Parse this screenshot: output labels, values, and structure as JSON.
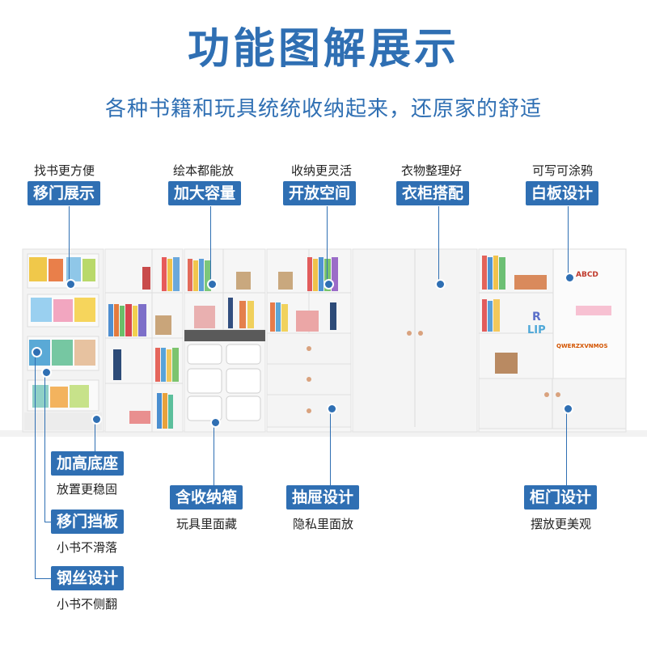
{
  "header": {
    "title": "功能图解展示",
    "subtitle": "各种书籍和玩具统统收纳起来，还原家的舒适"
  },
  "colors": {
    "accent": "#2f6fb3",
    "cabinet": "#f4f4f4",
    "knob": "#d9a27e"
  },
  "top_features": [
    {
      "caption": "找书更方便",
      "tag": "移门展示"
    },
    {
      "caption": "绘本都能放",
      "tag": "加大容量"
    },
    {
      "caption": "收纳更灵活",
      "tag": "开放空间"
    },
    {
      "caption": "衣物整理好",
      "tag": "衣柜搭配"
    },
    {
      "caption": "可写可涂鸦",
      "tag": "白板设计"
    }
  ],
  "bottom_features": [
    {
      "tag": "含收纳箱",
      "caption": "玩具里面藏"
    },
    {
      "tag": "抽屉设计",
      "caption": "隐私里面放"
    },
    {
      "tag": "柜门设计",
      "caption": "摆放更美观"
    }
  ],
  "left_features": [
    {
      "tag": "加高底座",
      "caption": "放置更稳固"
    },
    {
      "tag": "移门挡板",
      "caption": "小书不滑落"
    },
    {
      "tag": "钢丝设计",
      "caption": "小书不侧翻"
    }
  ],
  "whiteboard": {
    "magnet_line1": "ABCD",
    "magnet_line2": "R",
    "magnet_line3": "LIP",
    "magnet_line4": "QWERZXVNMOS"
  }
}
